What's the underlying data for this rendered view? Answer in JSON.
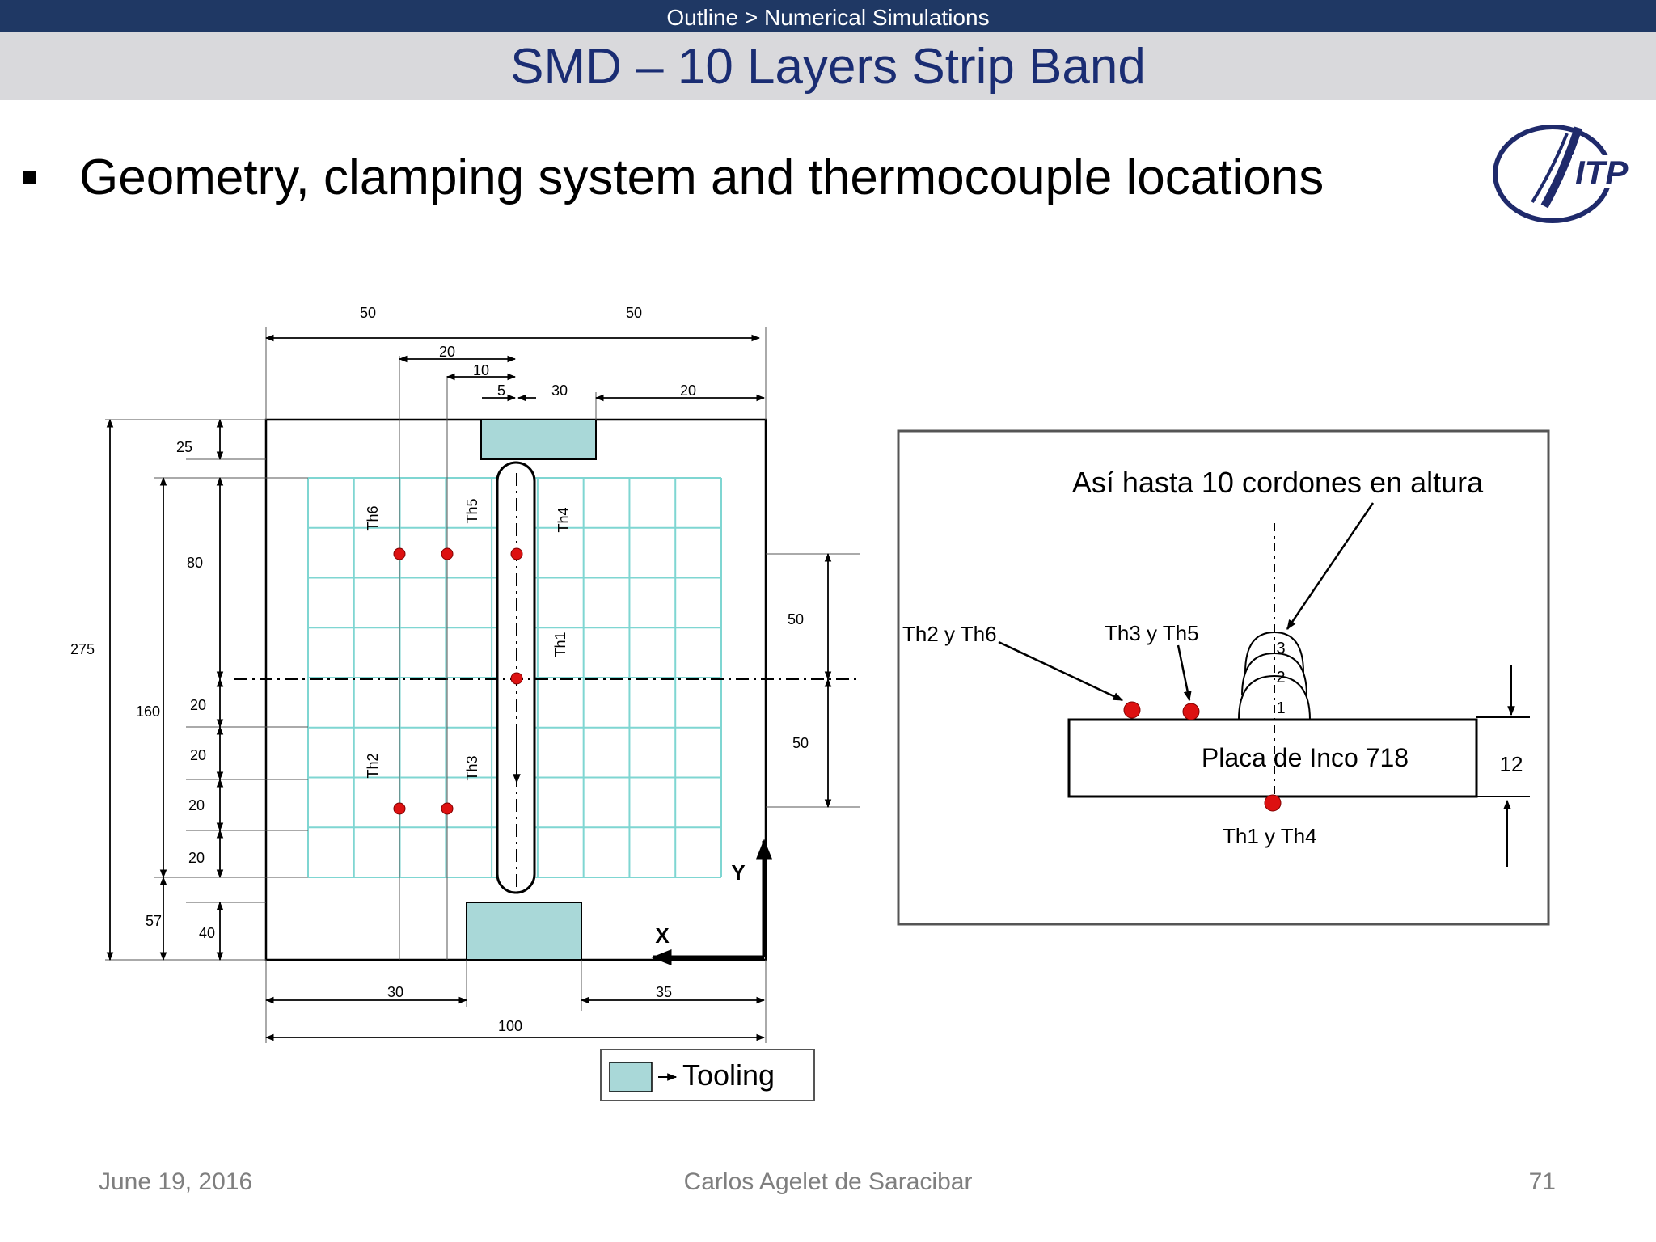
{
  "header": {
    "breadcrumb": "Outline > Numerical Simulations",
    "title": "SMD – 10 Layers Strip Band"
  },
  "bullet": {
    "text": "Geometry, clamping system and thermocouple locations"
  },
  "logo": {
    "text": "ITP",
    "color": "#1f2a6b"
  },
  "diagram_left": {
    "dims_top": [
      "50",
      "50",
      "20",
      "10",
      "5",
      "30",
      "20"
    ],
    "dims_left": [
      "275",
      "160",
      "25",
      "80",
      "20",
      "20",
      "20",
      "20",
      "57",
      "40"
    ],
    "dims_right": [
      "50",
      "50"
    ],
    "dims_bottom": [
      "30",
      "35",
      "100"
    ],
    "thermocouples": [
      "Th6",
      "Th5",
      "Th4",
      "Th1",
      "Th2",
      "Th3"
    ],
    "axes": {
      "x": "X",
      "y": "Y"
    },
    "legend": "Tooling",
    "tooling_color": "#a9d8d8",
    "grid_color": "#7fd6d2",
    "marker_color": "#dd1111"
  },
  "diagram_right": {
    "note": "Así hasta 10 cordones en altura",
    "label_th2_th6": "Th2 y Th6",
    "label_th3_th5": "Th3 y Th5",
    "label_th1_th4": "Th1 y Th4",
    "plate": "Placa de Inco 718",
    "thickness": "12",
    "layers": [
      "1",
      "2",
      "3"
    ]
  },
  "footer": {
    "date": "June 19, 2016",
    "author": "Carlos Agelet de Saracibar",
    "page": "71"
  }
}
